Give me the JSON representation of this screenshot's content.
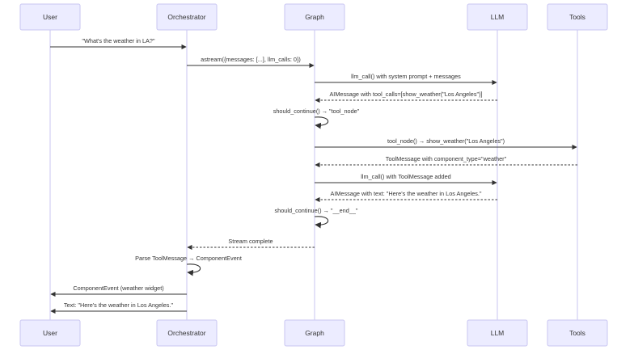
{
  "participants": [
    {
      "id": "user",
      "label": "User"
    },
    {
      "id": "orch",
      "label": "Orchestrator"
    },
    {
      "id": "graph",
      "label": "Graph"
    },
    {
      "id": "llm",
      "label": "LLM"
    },
    {
      "id": "tools",
      "label": "Tools"
    }
  ],
  "messages": [
    {
      "from": "user",
      "to": "orch",
      "text": "\"What's the weather in LA?\"",
      "style": "solid"
    },
    {
      "from": "orch",
      "to": "graph",
      "text": "astream({messages: [...], llm_calls: 0})",
      "style": "solid"
    },
    {
      "from": "graph",
      "to": "llm",
      "text": "llm_call() with system prompt + messages",
      "style": "solid"
    },
    {
      "from": "llm",
      "to": "graph",
      "text": "AIMessage with tool_calls=[show_weather(\"Los Angeles\")]",
      "style": "dashed"
    },
    {
      "from": "graph",
      "to": "graph",
      "text": "should_continue() → \"tool_node\"",
      "style": "self"
    },
    {
      "from": "graph",
      "to": "tools",
      "text": "tool_node() → show_weather(\"Los Angeles\")",
      "style": "solid"
    },
    {
      "from": "tools",
      "to": "graph",
      "text": "ToolMessage with component_type=\"weather\"",
      "style": "dashed"
    },
    {
      "from": "graph",
      "to": "llm",
      "text": "llm_call() with ToolMessage added",
      "style": "solid"
    },
    {
      "from": "llm",
      "to": "graph",
      "text": "AIMessage with text: \"Here's the weather in Los Angeles.\"",
      "style": "dashed"
    },
    {
      "from": "graph",
      "to": "graph",
      "text": "should_continue() → \"__end__\"",
      "style": "self"
    },
    {
      "from": "graph",
      "to": "orch",
      "text": "Stream complete",
      "style": "dashed"
    },
    {
      "from": "orch",
      "to": "orch",
      "text": "Parse ToolMessage → ComponentEvent",
      "style": "self"
    },
    {
      "from": "orch",
      "to": "user",
      "text": "ComponentEvent (weather widget)",
      "style": "solid"
    },
    {
      "from": "orch",
      "to": "user",
      "text": "Text: \"Here's the weather in Los Angeles.\"",
      "style": "solid"
    }
  ]
}
